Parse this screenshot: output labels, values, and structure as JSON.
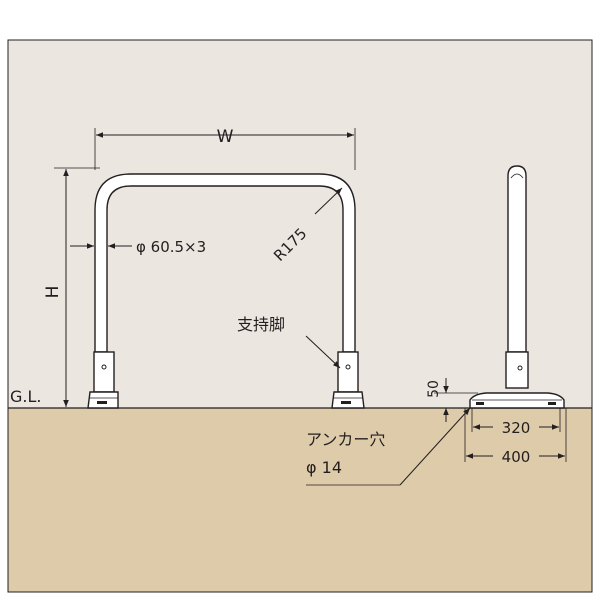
{
  "colors": {
    "wall_bg": "#ece6e0",
    "ground": "#decbaa",
    "line": "#231f20",
    "part_fill": "#ffffff"
  },
  "labels": {
    "width": "W",
    "height": "H",
    "pipe_spec": "φ 60.5×3",
    "radius": "R175",
    "support_leg": "支持脚",
    "ground_level": "G.L.",
    "base_height": "50",
    "anchor_pitch": "320",
    "base_width": "400",
    "anchor_hole": "アンカー穴",
    "anchor_dia": "φ 14"
  }
}
